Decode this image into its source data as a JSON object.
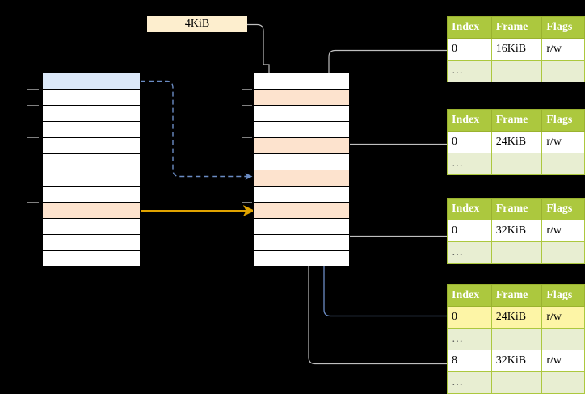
{
  "diagram": {
    "title_label": "4KiB",
    "page_tables": [
      {
        "name": "page-table-1",
        "headers": [
          "Index",
          "Frame",
          "Flags"
        ],
        "rows": [
          {
            "cells": [
              "0",
              "16KiB",
              "r/w"
            ],
            "type": "data",
            "highlight": []
          },
          {
            "cells": [
              "…",
              "",
              ""
            ],
            "type": "ellipsis",
            "highlight": []
          }
        ]
      },
      {
        "name": "page-table-2",
        "headers": [
          "Index",
          "Frame",
          "Flags"
        ],
        "rows": [
          {
            "cells": [
              "0",
              "24KiB",
              "r/w"
            ],
            "type": "data",
            "highlight": []
          },
          {
            "cells": [
              "…",
              "",
              ""
            ],
            "type": "ellipsis",
            "highlight": []
          }
        ]
      },
      {
        "name": "page-table-3",
        "headers": [
          "Index",
          "Frame",
          "Flags"
        ],
        "rows": [
          {
            "cells": [
              "0",
              "32KiB",
              "r/w"
            ],
            "type": "data",
            "highlight": []
          },
          {
            "cells": [
              "…",
              "",
              ""
            ],
            "type": "ellipsis",
            "highlight": []
          }
        ]
      },
      {
        "name": "page-table-4",
        "headers": [
          "Index",
          "Frame",
          "Flags"
        ],
        "rows": [
          {
            "cells": [
              "0",
              "24KiB",
              "r/w"
            ],
            "type": "data",
            "highlight": [
              1,
              2
            ]
          },
          {
            "cells": [
              "…",
              "",
              ""
            ],
            "type": "ellipsis",
            "highlight": []
          },
          {
            "cells": [
              "8",
              "32KiB",
              "r/w"
            ],
            "type": "data",
            "highlight": []
          },
          {
            "cells": [
              "…",
              "",
              ""
            ],
            "type": "ellipsis",
            "highlight": []
          }
        ]
      }
    ],
    "left_column": {
      "name": "left-memory-column",
      "row_count": 12,
      "row_styles": [
        "blue",
        "plain",
        "plain",
        "plain",
        "plain",
        "plain",
        "plain",
        "plain",
        "peach",
        "plain",
        "plain",
        "plain"
      ]
    },
    "middle_column": {
      "name": "middle-memory-column",
      "row_count": 12,
      "row_styles": [
        "plain",
        "peach",
        "plain",
        "plain",
        "peach",
        "plain",
        "peach",
        "plain",
        "peach",
        "plain",
        "plain",
        "plain"
      ]
    },
    "colors": {
      "header_green": "#acc83e",
      "ellipsis_row": "#e8eed2",
      "highlight_yellow": "#fdf5a6",
      "peach_row": "#fde3ce",
      "blue_row": "#dce9f9",
      "label_cream": "#fdeece",
      "arrow_gray": "#bfbfbf",
      "arrow_blue": "#6b8cc4",
      "arrow_orange": "#e0a300",
      "background": "#000000"
    }
  }
}
